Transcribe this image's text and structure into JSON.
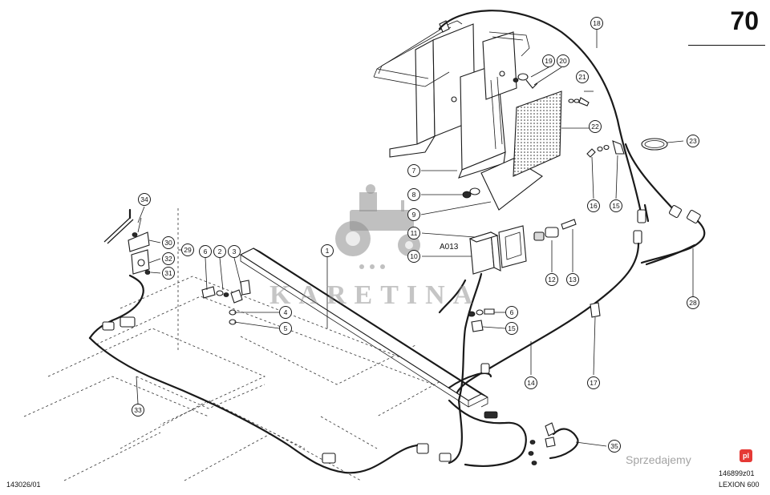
{
  "page_number": "70",
  "drawing_code_left": "143026/01",
  "drawing_code_right": "146899z01",
  "model": "LEXION 600",
  "component_label": "A013",
  "watermark": "KARETINA",
  "site_watermark": "Sprzedajemy",
  "site_badge": "pl",
  "callouts": {
    "c1": "1",
    "c2": "2",
    "c3": "3",
    "c4": "4",
    "c5": "5",
    "c6a": "6",
    "c6b": "6",
    "c7": "7",
    "c8": "8",
    "c9": "9",
    "c10": "10",
    "c11": "11",
    "c12": "12",
    "c13": "13",
    "c14": "14",
    "c15a": "15",
    "c15b": "15",
    "c16": "16",
    "c17": "17",
    "c18": "18",
    "c19": "19",
    "c20": "20",
    "c21": "21",
    "c22": "22",
    "c23": "23",
    "c28": "28",
    "c29": "29",
    "c30": "30",
    "c31": "31",
    "c32": "32",
    "c33": "33",
    "c34": "34",
    "c35": "35"
  }
}
